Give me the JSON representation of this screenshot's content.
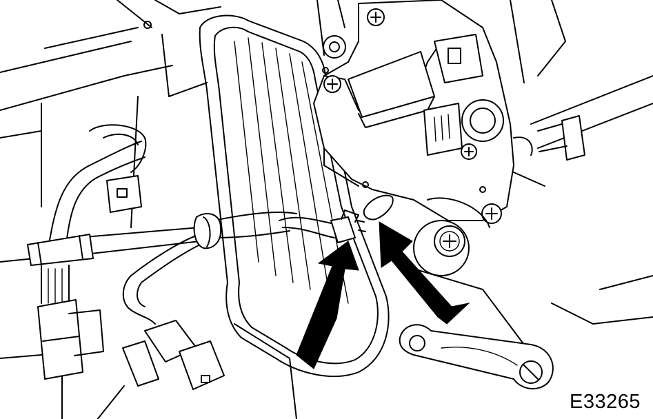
{
  "figure": {
    "code": "E33265",
    "ink_color": "#000000",
    "background_color": "#ffffff"
  },
  "callouts": [
    {
      "name": "arrow-to-connector",
      "icon": "arrow-up-icon"
    },
    {
      "name": "arrow-to-clip",
      "icon": "arrow-up-icon"
    }
  ]
}
